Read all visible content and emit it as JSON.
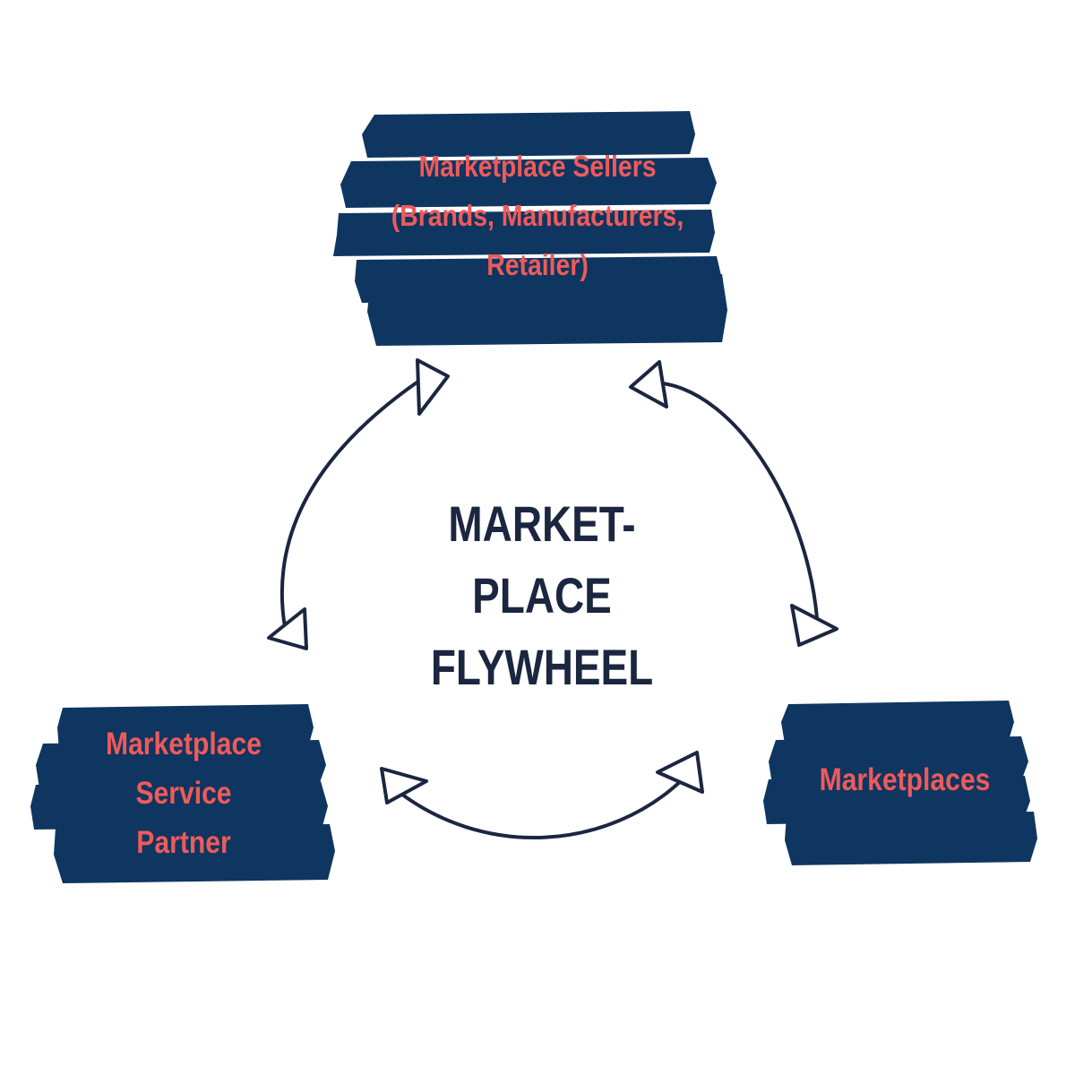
{
  "diagram": {
    "center_title_lines": [
      "MARKET-",
      "PLACE",
      "FLYWHEEL"
    ],
    "nodes": {
      "sellers": {
        "lines": [
          "Marketplace Sellers",
          "(Brands, Manufacturers,",
          "Retailer)"
        ]
      },
      "service_partner": {
        "lines": [
          "Marketplace",
          "Service",
          "Partner"
        ]
      },
      "marketplaces": {
        "lines": [
          "Marketplaces"
        ]
      }
    },
    "colors": {
      "brush": "#0e3660",
      "label": "#ef5a5a",
      "title": "#1b2640",
      "arrow": "#1b2640",
      "background": "#ffffff"
    }
  }
}
